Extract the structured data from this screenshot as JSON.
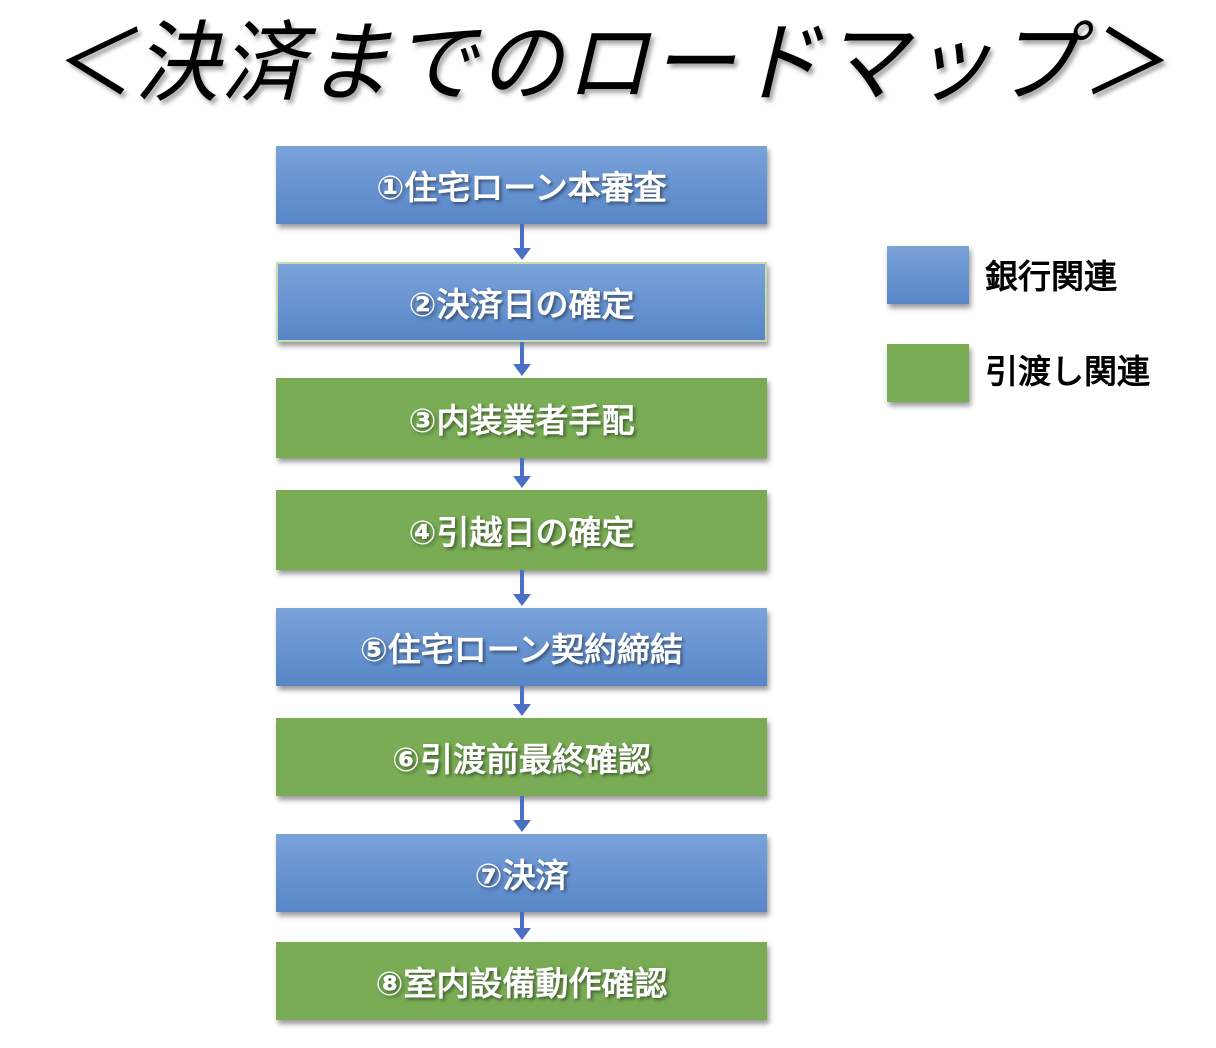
{
  "title": "＜決済までのロードマップ＞",
  "steps": [
    {
      "label": "①住宅ローン本審査",
      "category": "bank"
    },
    {
      "label": "②決済日の確定",
      "category": "bank"
    },
    {
      "label": "③内装業者手配",
      "category": "handover"
    },
    {
      "label": "④引越日の確定",
      "category": "handover"
    },
    {
      "label": "⑤住宅ローン契約締結",
      "category": "bank"
    },
    {
      "label": "⑥引渡前最終確認",
      "category": "handover"
    },
    {
      "label": "⑦決済",
      "category": "bank"
    },
    {
      "label": "⑧室内設備動作確認",
      "category": "handover"
    }
  ],
  "legend": [
    {
      "label": "銀行関連",
      "color": "#6a95d2"
    },
    {
      "label": "引渡し関連",
      "color": "#79ac55"
    }
  ],
  "colors": {
    "bank": "#6a95d2",
    "handover": "#79ac55",
    "arrow": "#4a6fc4"
  }
}
